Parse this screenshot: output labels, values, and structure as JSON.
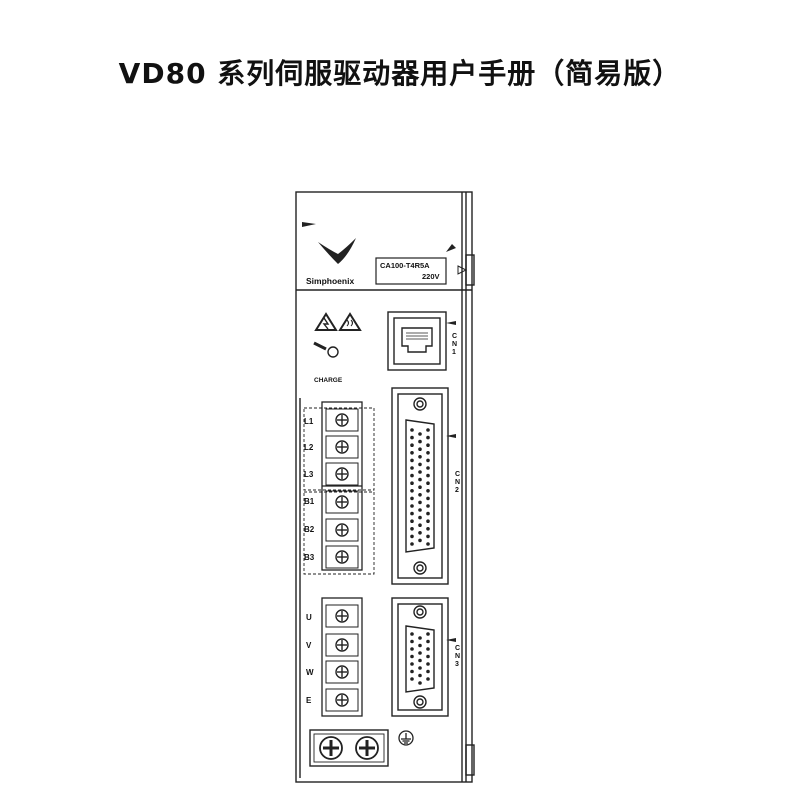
{
  "document": {
    "title": "VD80 系列伺服驱动器用户手册（简易版）"
  },
  "drive": {
    "brand": "Simphoenix",
    "model": "CA100-T4R5A",
    "voltage": "220V",
    "charge_label": "CHARGE",
    "ports": {
      "cn1": [
        "C",
        "N",
        "1"
      ],
      "cn2": [
        "C",
        "N",
        "2"
      ],
      "cn3": [
        "C",
        "N",
        "3"
      ]
    },
    "power_terminals": [
      "L1",
      "L2",
      "L3"
    ],
    "resistor_terminals": [
      "B1",
      "B2",
      "B3"
    ],
    "motor_terminals": [
      "U",
      "V",
      "W",
      "E"
    ]
  }
}
